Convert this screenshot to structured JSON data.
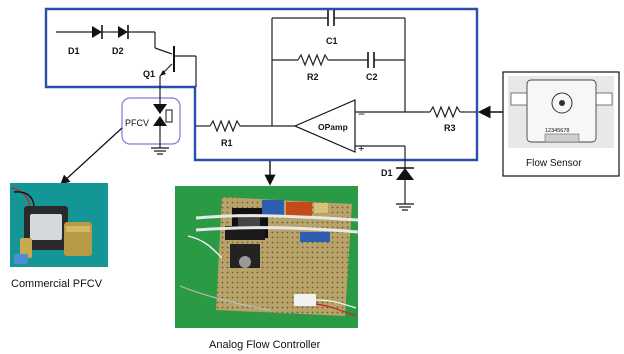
{
  "circuit": {
    "d1_top": "D1",
    "d2": "D2",
    "q1": "Q1",
    "c1": "C1",
    "r2": "R2",
    "c2": "C2",
    "r1": "R1",
    "opamp": "OPamp",
    "minus": "−",
    "plus": "+",
    "r3": "R3",
    "d1_bottom": "D1",
    "pfcv": "PFCV"
  },
  "captions": {
    "flow_sensor": "Flow Sensor",
    "commercial_pfcv": "Commercial PFCV",
    "analog_controller": "Analog Flow Controller"
  },
  "sensor_pins": "12345678",
  "colors": {
    "blue_box": "#2a4fa8",
    "pfcv_box": "#7b7bd6",
    "board_bg": "#2fa64a",
    "pcb": "#b8a46a",
    "pfcv_photo_bg": "#1aa3a0"
  }
}
